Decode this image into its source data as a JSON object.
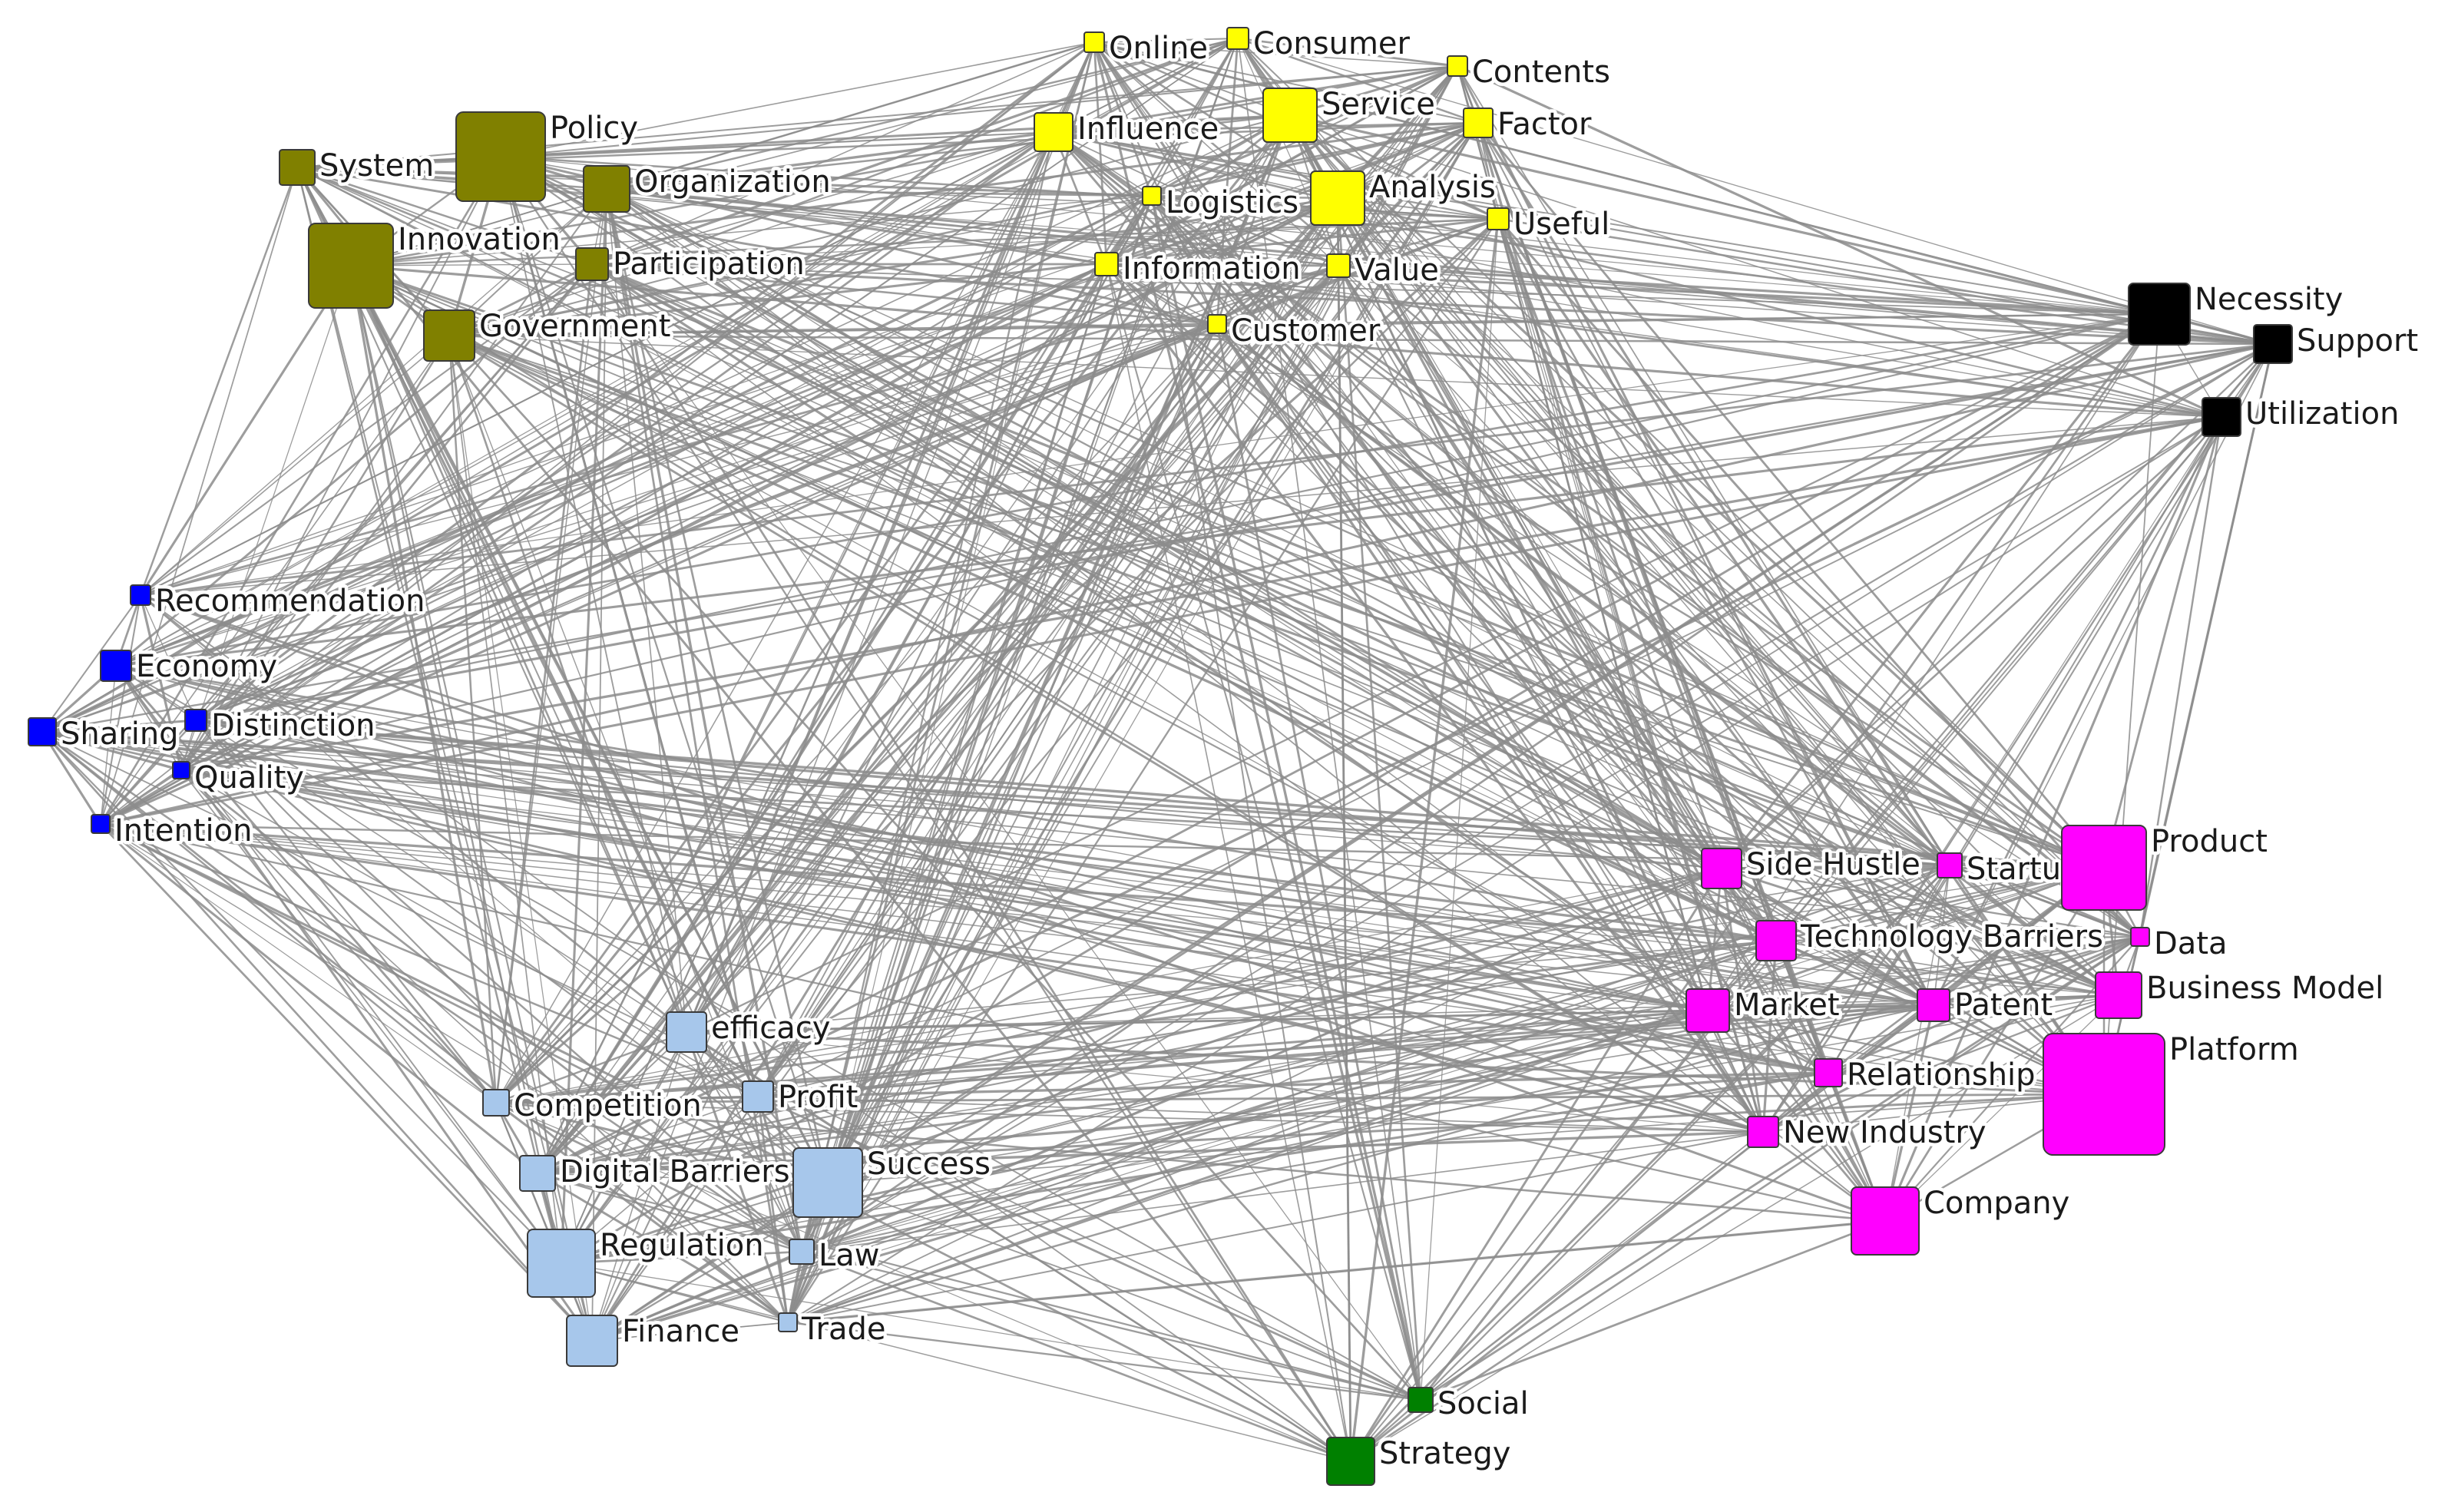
{
  "legend": {
    "clusters": [
      {
        "id": "olive",
        "color": "#808000"
      },
      {
        "id": "yellow",
        "color": "#ffff00"
      },
      {
        "id": "black",
        "color": "#000000"
      },
      {
        "id": "blue",
        "color": "#0000ff"
      },
      {
        "id": "lightblue",
        "color": "#a7c7eb"
      },
      {
        "id": "magenta",
        "color": "#ff00ff"
      },
      {
        "id": "green",
        "color": "#008000"
      }
    ],
    "edge_color": "#8c8c8c"
  },
  "nodes": [
    {
      "label": "Policy",
      "cluster": "olive"
    },
    {
      "label": "System",
      "cluster": "olive"
    },
    {
      "label": "Organization",
      "cluster": "olive"
    },
    {
      "label": "Innovation",
      "cluster": "olive"
    },
    {
      "label": "Participation",
      "cluster": "olive"
    },
    {
      "label": "Government",
      "cluster": "olive"
    },
    {
      "label": "Online",
      "cluster": "yellow"
    },
    {
      "label": "Consumer",
      "cluster": "yellow"
    },
    {
      "label": "Contents",
      "cluster": "yellow"
    },
    {
      "label": "Influence",
      "cluster": "yellow"
    },
    {
      "label": "Service",
      "cluster": "yellow"
    },
    {
      "label": "Factor",
      "cluster": "yellow"
    },
    {
      "label": "Logistics",
      "cluster": "yellow"
    },
    {
      "label": "Analysis",
      "cluster": "yellow"
    },
    {
      "label": "Useful",
      "cluster": "yellow"
    },
    {
      "label": "Information",
      "cluster": "yellow"
    },
    {
      "label": "Value",
      "cluster": "yellow"
    },
    {
      "label": "Customer",
      "cluster": "yellow"
    },
    {
      "label": "Necessity",
      "cluster": "black"
    },
    {
      "label": "Support",
      "cluster": "black"
    },
    {
      "label": "Utilization",
      "cluster": "black"
    },
    {
      "label": "Recommendation",
      "cluster": "blue"
    },
    {
      "label": "Economy",
      "cluster": "blue"
    },
    {
      "label": "Sharing",
      "cluster": "blue"
    },
    {
      "label": "Distinction",
      "cluster": "blue"
    },
    {
      "label": "Quality",
      "cluster": "blue"
    },
    {
      "label": "Intention",
      "cluster": "blue"
    },
    {
      "label": "efficacy",
      "cluster": "lightblue"
    },
    {
      "label": "Competition",
      "cluster": "lightblue"
    },
    {
      "label": "Profit",
      "cluster": "lightblue"
    },
    {
      "label": "Digital Barriers",
      "cluster": "lightblue"
    },
    {
      "label": "Success",
      "cluster": "lightblue"
    },
    {
      "label": "Regulation",
      "cluster": "lightblue"
    },
    {
      "label": "Law",
      "cluster": "lightblue"
    },
    {
      "label": "Finance",
      "cluster": "lightblue"
    },
    {
      "label": "Trade",
      "cluster": "lightblue"
    },
    {
      "label": "Side Hustle",
      "cluster": "magenta"
    },
    {
      "label": "Startup",
      "cluster": "magenta"
    },
    {
      "label": "Product",
      "cluster": "magenta"
    },
    {
      "label": "Technology Barriers",
      "cluster": "magenta"
    },
    {
      "label": "Data",
      "cluster": "magenta"
    },
    {
      "label": "Market",
      "cluster": "magenta"
    },
    {
      "label": "Patent",
      "cluster": "magenta"
    },
    {
      "label": "Business Model",
      "cluster": "magenta"
    },
    {
      "label": "Platform",
      "cluster": "magenta"
    },
    {
      "label": "Relationship",
      "cluster": "magenta"
    },
    {
      "label": "New Industry",
      "cluster": "magenta"
    },
    {
      "label": "Company",
      "cluster": "magenta"
    },
    {
      "label": "Social",
      "cluster": "green"
    },
    {
      "label": "Strategy",
      "cluster": "green"
    }
  ]
}
